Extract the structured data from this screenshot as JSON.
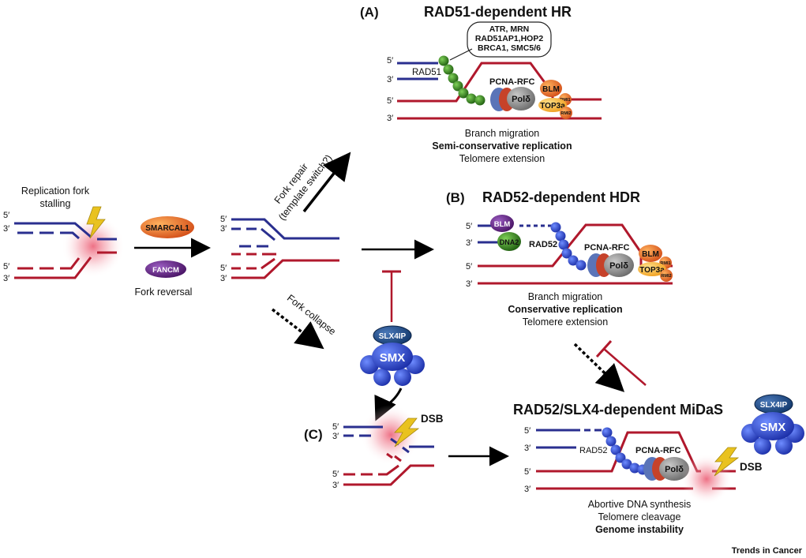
{
  "strand_labels": {
    "five_prime": "5′",
    "three_prime": "3′"
  },
  "stalling": {
    "line1": "Replication fork",
    "line2": "stalling"
  },
  "reversal": {
    "smarcal1": "SMARCAL1",
    "fancm": "FANCM",
    "label": "Fork reversal"
  },
  "arrows": {
    "fork_repair_line1": "Fork repair",
    "fork_repair_line2": "(template switch?)",
    "fork_collapse": "Fork collapse"
  },
  "panel_a": {
    "letter": "(A)",
    "title": "RAD51-dependent HR",
    "bubble": [
      "ATR, MRN",
      "RAD51AP1,HOP2",
      "BRCA1, SMC5/6"
    ],
    "rad51": "RAD51",
    "pcna_rfc": "PCNA-RFC",
    "pol": "Polδ",
    "blm": "BLM",
    "rmi1": "RMI1",
    "top3a": "TOP3a",
    "rmi2": "RMI2",
    "out1": "Branch migration",
    "out2": "Semi-conservative replication",
    "out3": "Telomere extension"
  },
  "panel_b": {
    "letter": "(B)",
    "title": "RAD52-dependent HDR",
    "blm": "BLM",
    "dna2": "DNA2",
    "rad52": "RAD52",
    "pcna_rfc": "PCNA-RFC",
    "pol": "Polδ",
    "blm2": "BLM",
    "rmi1": "RMI1",
    "top3a": "TOP3a",
    "rmi2": "RMI2",
    "out1": "Branch migration",
    "out2": "Conservative replication",
    "out3": "Telomere extension"
  },
  "smx_complex": {
    "slx4ip": "SLX4IP",
    "smx": "SMX"
  },
  "panel_c": {
    "letter": "(C)",
    "dsb": "DSB"
  },
  "midas": {
    "title": "RAD52/SLX4-dependent MiDaS",
    "rad52": "RAD52",
    "pcna_rfc": "PCNA-RFC",
    "pol": "Polδ",
    "dsb": "DSB",
    "slx4ip": "SLX4IP",
    "smx": "SMX",
    "out1": "Abortive DNA synthesis",
    "out2": "Telomere cleavage",
    "out3": "Genome instability"
  },
  "footer": {
    "credit": "Trends in Cancer"
  },
  "colors": {
    "blue_strand": "#2a2f8f",
    "red_strand": "#b0182c",
    "rad51_green": "#2e7d1a",
    "rad52_blue": "#2340c8",
    "orange": "#e8731c",
    "purple": "#5b1f7a",
    "gray": "#8a8a8a",
    "dark_blue": "#1f4e8c"
  }
}
